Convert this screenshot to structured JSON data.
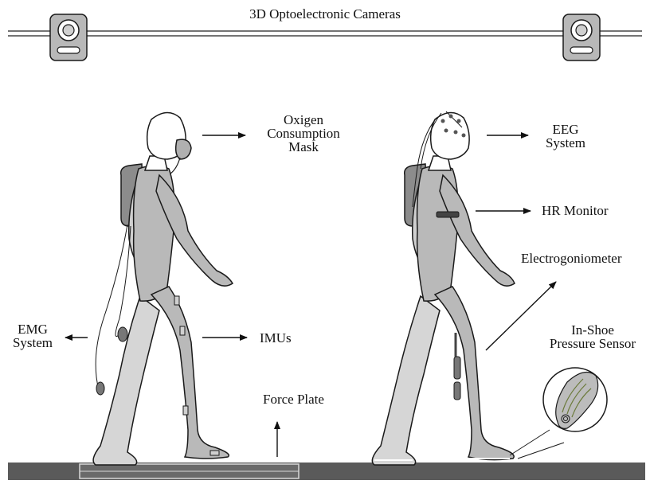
{
  "title": "3D Optoelectronic Cameras",
  "labels": {
    "oxigen_mask": [
      "Oxigen",
      "Consumption",
      "Mask"
    ],
    "eeg": [
      "EEG",
      "System"
    ],
    "hr_monitor": "HR Monitor",
    "electrogoniometer": "Electrogoniometer",
    "emg": [
      "EMG",
      "System"
    ],
    "imus": "IMUs",
    "in_shoe": [
      "In-Shoe",
      "Pressure Sensor"
    ],
    "force_plate": "Force Plate"
  },
  "colors": {
    "body_fill": "#b9b9b9",
    "body_back": "#d6d6d6",
    "backpack": "#8c8c8c",
    "ground": "#5a5a5a",
    "outline": "#1a1a1a"
  },
  "icons": [
    "camera-icon",
    "camera-icon",
    "arrow-icon",
    "insole-icon"
  ]
}
